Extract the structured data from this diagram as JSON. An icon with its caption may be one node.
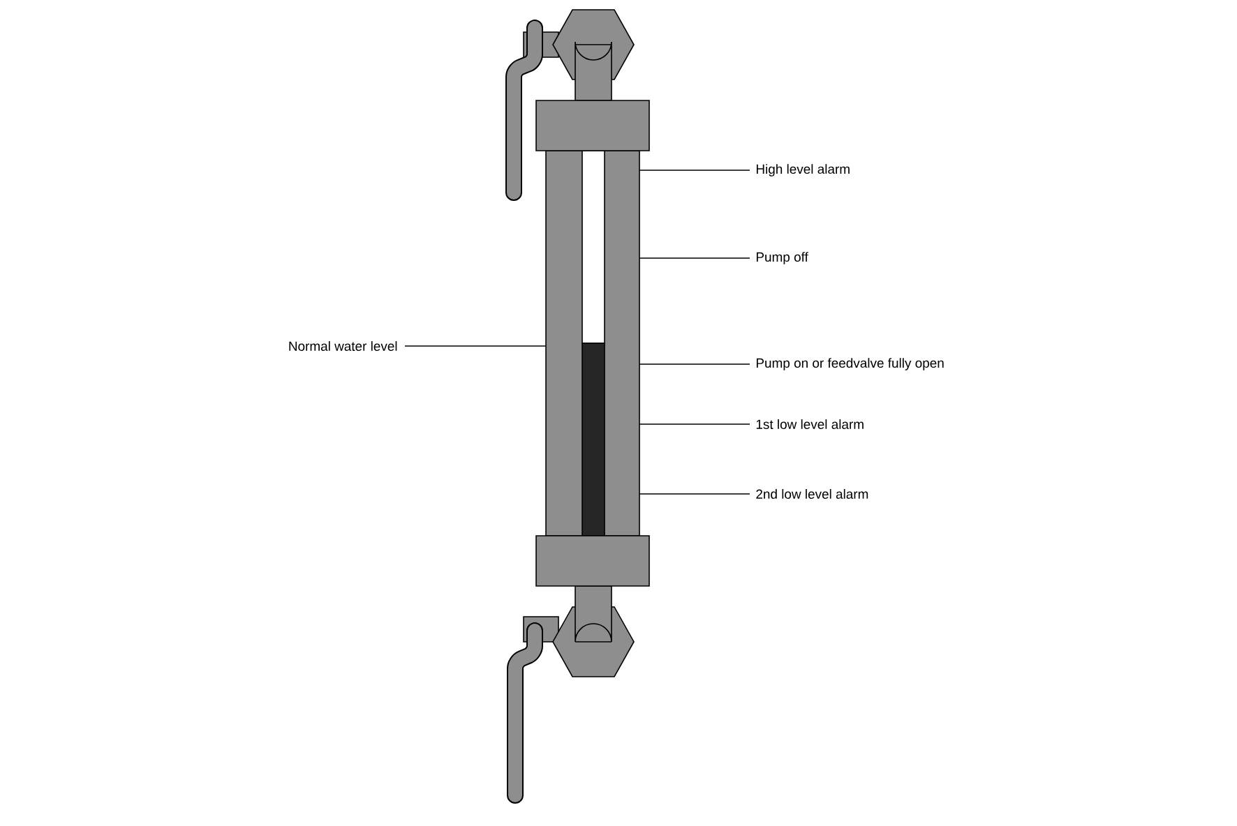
{
  "diagram": {
    "nodes": [
      {
        "text": [
          "Normal water level"
        ]
      },
      {
        "text": [
          "High level alarm"
        ]
      },
      {
        "text": [
          "Pump off"
        ]
      },
      {
        "text": [
          "Pump on or feedvalve fully open"
        ]
      },
      {
        "text": [
          "1st low level alarm"
        ]
      },
      {
        "text": [
          "2nd low level alarm"
        ]
      },
      {
        "text": [],
        "shape": "picture"
      }
    ],
    "edges": [
      {
        "from": 0,
        "to": 6,
        "arrow": "none"
      },
      {
        "from": 1,
        "to": 6,
        "arrow": "none"
      },
      {
        "from": 2,
        "to": 6,
        "arrow": "none"
      },
      {
        "from": 3,
        "to": 6,
        "arrow": "none"
      },
      {
        "from": 4,
        "to": 6,
        "arrow": "none"
      },
      {
        "from": 5,
        "to": 6,
        "arrow": "none"
      }
    ]
  }
}
